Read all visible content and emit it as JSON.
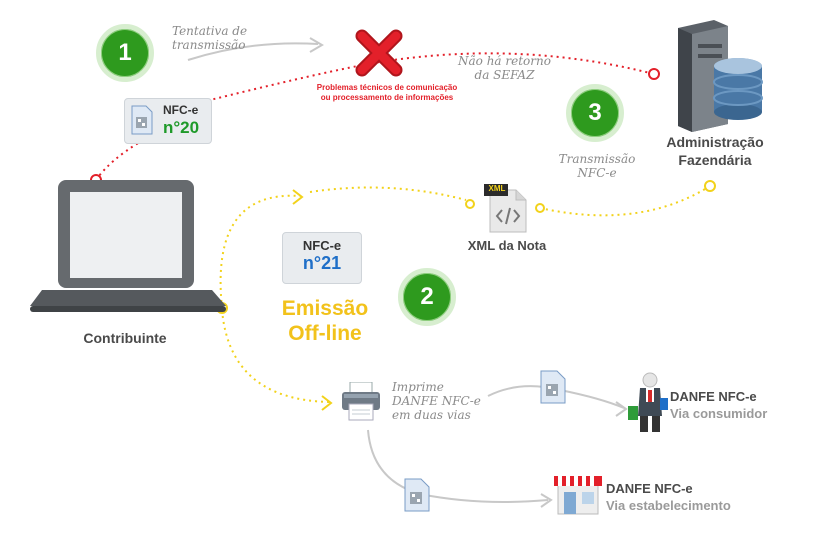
{
  "steps": {
    "step1": "1",
    "step2": "2",
    "step3": "3"
  },
  "notes": {
    "tentativa": [
      "Tentativa de",
      "transmissão"
    ],
    "nao_ha_retorno": [
      "Não há retorno",
      "da SEFAZ"
    ],
    "problemas": [
      "Problemas técnicos de comunicação",
      "ou processamento de informações"
    ],
    "transmissao": [
      "Transmissão",
      "NFC-e"
    ],
    "imprime": [
      "Imprime",
      "DANFE NFC-e",
      "em duas vias"
    ]
  },
  "nfce20": {
    "label": "NFC-e",
    "number": "n°20"
  },
  "nfce21": {
    "label": "NFC-e",
    "number": "n°21"
  },
  "emissao": [
    "Emissão",
    "Off-line"
  ],
  "nodes": {
    "contribuinte": "Contribuinte",
    "administracao": [
      "Administração",
      "Fazendária"
    ],
    "xml_tag": "XML",
    "xml_label": "XML da Nota",
    "danfe_consumidor": [
      "DANFE NFC-e",
      "Via consumidor"
    ],
    "danfe_estabelecimento": [
      "DANFE NFC-e",
      "Via estabelecimento"
    ]
  },
  "colors": {
    "green": "#2e9a1e",
    "red": "#e3202a",
    "yellow": "#f2d21b",
    "blue_text": "#1f6fc8",
    "gray_text": "#4a4a4a"
  }
}
